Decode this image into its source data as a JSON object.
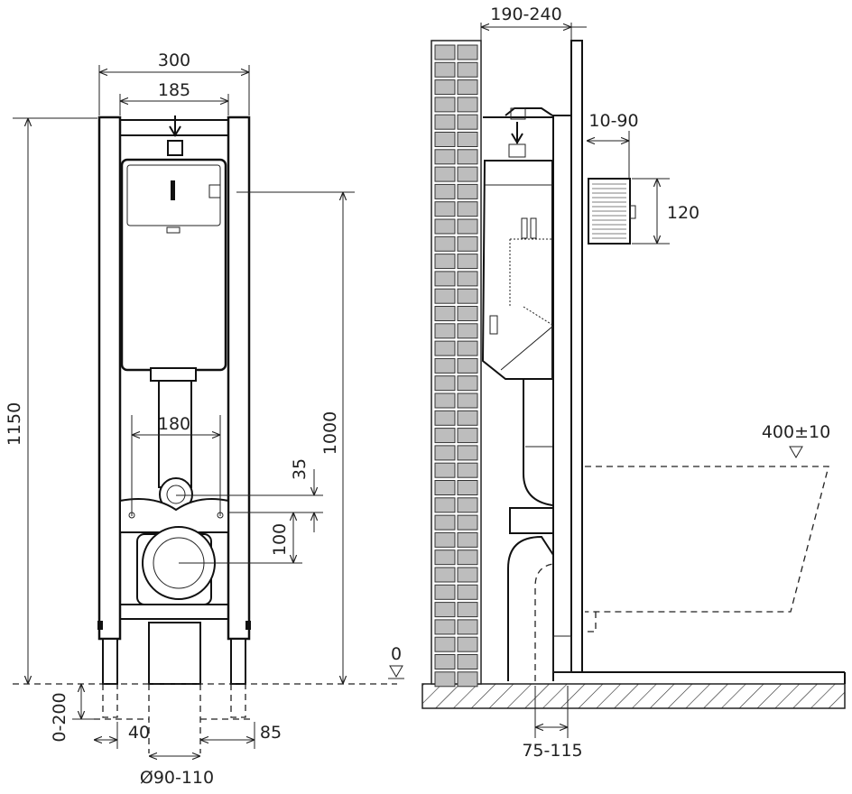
{
  "front_view": {
    "width_outer": "300",
    "width_inner": "185",
    "height_total": "1150",
    "height_flush": "1000",
    "mount_spacing": "180",
    "offset_35": "35",
    "offset_100": "100",
    "leg_adjust": "0-200",
    "leg_offset_left": "40",
    "leg_offset_right": "85",
    "drain_diameter": "Ø90-110"
  },
  "side_view": {
    "wall_gap": "190-240",
    "panel_depth": "10-90",
    "button_height": "120",
    "floor_level": "0",
    "seat_height": "400±10",
    "drain_offset": "75-115"
  }
}
